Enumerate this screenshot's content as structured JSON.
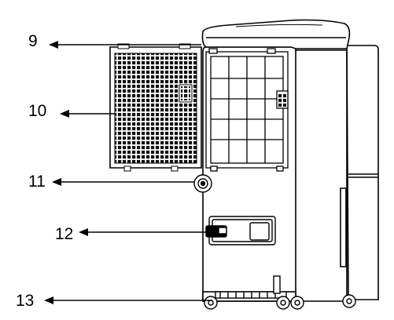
{
  "callouts": [
    {
      "label": "9",
      "part": "top-panel"
    },
    {
      "label": "10",
      "part": "rear-air-filter"
    },
    {
      "label": "11",
      "part": "drain-outlet"
    },
    {
      "label": "12",
      "part": "water-tank-handle"
    },
    {
      "label": "13",
      "part": "casters"
    }
  ],
  "colors": {
    "line": "#000000",
    "background": "#ffffff"
  }
}
